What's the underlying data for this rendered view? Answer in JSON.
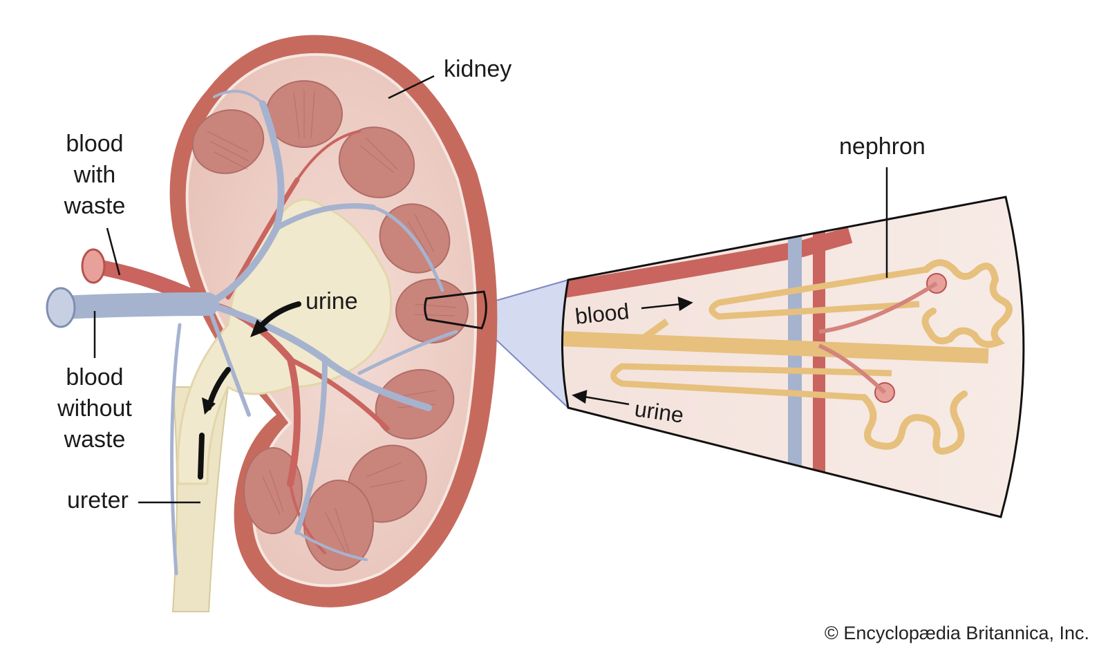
{
  "labels": {
    "kidney": "kidney",
    "blood_with_waste": [
      "blood",
      "with",
      "waste"
    ],
    "blood_without_waste": [
      "blood",
      "without",
      "waste"
    ],
    "ureter": "ureter",
    "urine_kidney": "urine",
    "nephron": "nephron",
    "blood_inset": "blood",
    "urine_inset": "urine"
  },
  "credit": "© Encyclopædia Britannica, Inc.",
  "colors": {
    "capsule": "#c76a5e",
    "cortex": "#efd4cc",
    "pyramid": "#c8827c",
    "vein": "#a9b6d0",
    "artery": "#c9645f",
    "pelvis": "#f1e9cd",
    "tubule": "#e6c07c",
    "zoom_wedge": "#b9c4e6"
  }
}
